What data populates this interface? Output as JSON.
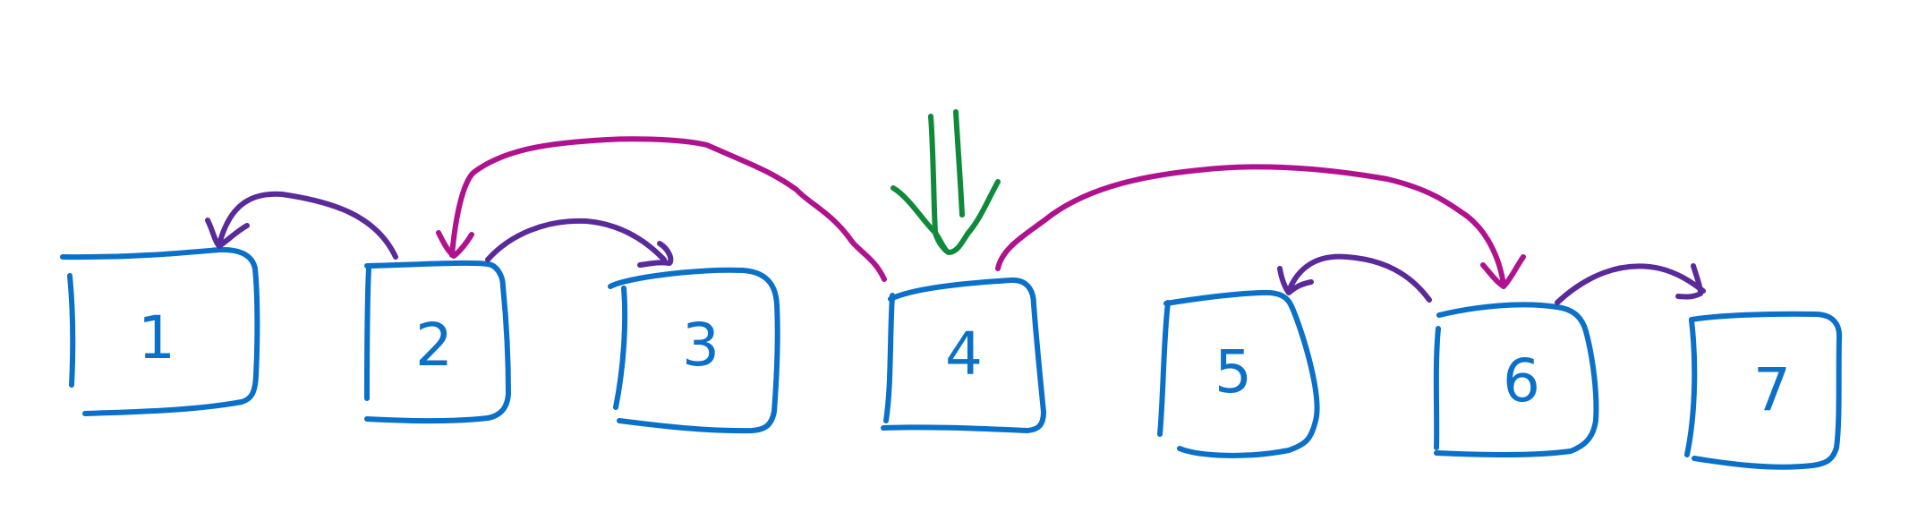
{
  "colors": {
    "box": "#0a70c8",
    "sibling_arrow": "#5b2a9a",
    "jump_arrow": "#b0128f",
    "entry_arrow": "#0e8a3a"
  },
  "nodes": [
    {
      "id": "1",
      "label": "1"
    },
    {
      "id": "2",
      "label": "2"
    },
    {
      "id": "3",
      "label": "3"
    },
    {
      "id": "4",
      "label": "4"
    },
    {
      "id": "5",
      "label": "5"
    },
    {
      "id": "6",
      "label": "6"
    },
    {
      "id": "7",
      "label": "7"
    }
  ],
  "edges": [
    {
      "from": "2",
      "to": "1",
      "kind": "sibling"
    },
    {
      "from": "2",
      "to": "3",
      "kind": "sibling"
    },
    {
      "from": "4",
      "to": "2",
      "kind": "jump"
    },
    {
      "from": "4",
      "to": "6",
      "kind": "jump"
    },
    {
      "from": "6",
      "to": "5",
      "kind": "sibling"
    },
    {
      "from": "6",
      "to": "7",
      "kind": "sibling"
    }
  ],
  "entry": {
    "target": "4",
    "icon": "down-arrow-icon"
  }
}
